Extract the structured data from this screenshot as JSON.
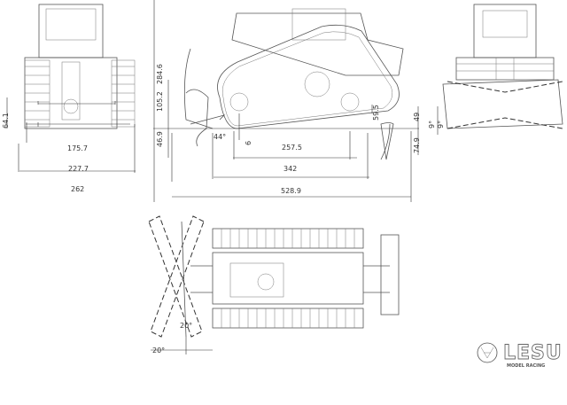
{
  "title": "Bulldozer dimension drawing",
  "front_view": {
    "dims": {
      "width_inner": "175.7",
      "width_mid": "227.7",
      "width_total": "262",
      "ground_clearance": "64.1"
    }
  },
  "side_view": {
    "dims": {
      "height": "284.6",
      "blade_lift": "105.2",
      "blade_drop": "46.9",
      "blade_angle": "44°",
      "track_offset": "6",
      "track_contact": "257.5",
      "track_length": "342",
      "overall_length": "528.9",
      "ripper_clearance": "59.5",
      "ripper_lift": "49",
      "ripper_depth": "74.9"
    }
  },
  "rear_view": {
    "dims": {
      "tilt_left": "9°",
      "tilt_right": "9°"
    }
  },
  "top_view": {
    "dims": {
      "angle_left": "20°",
      "angle_right": "20°"
    }
  },
  "logo": {
    "brand": "LESU",
    "tagline": "MODEL RACING"
  }
}
